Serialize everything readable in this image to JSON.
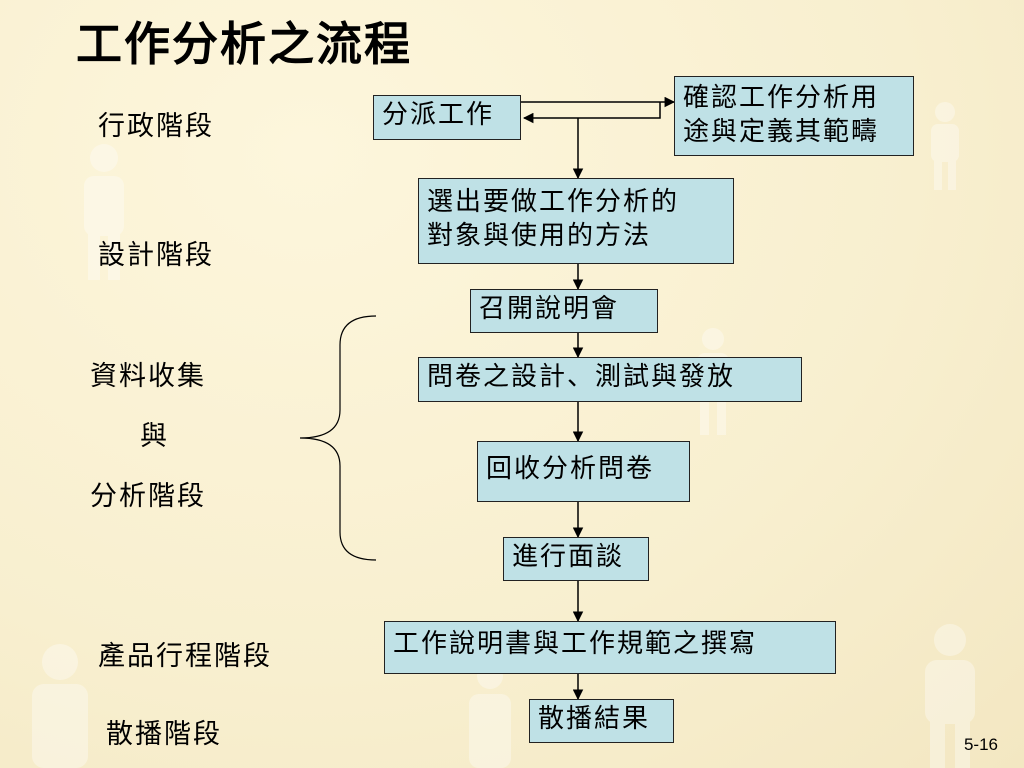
{
  "slide": {
    "title": "工作分析之流程",
    "page_number": "5-16"
  },
  "stages": {
    "administrative": "行政階段",
    "design": "設計階段",
    "data_collection_1": "資料收集",
    "data_collection_2": "與",
    "data_collection_3": "分析階段",
    "product": "產品行程階段",
    "dissemination": "散播階段"
  },
  "steps": {
    "assign": "分派工作",
    "confirm_line1": "確認工作分析用",
    "confirm_line2": "途與定義其範疇",
    "select_line1": "選出要做工作分析的",
    "select_line2": "對象與使用的方法",
    "briefing": "召開說明會",
    "questionnaire": "問卷之設計、測試與發放",
    "analyze": "回收分析問卷",
    "interview": "進行面談",
    "write": "工作說明書與工作規範之撰寫",
    "distribute": "散播結果"
  },
  "colors": {
    "box_fill": "#bfe1e6",
    "background": "#f8efcf"
  }
}
